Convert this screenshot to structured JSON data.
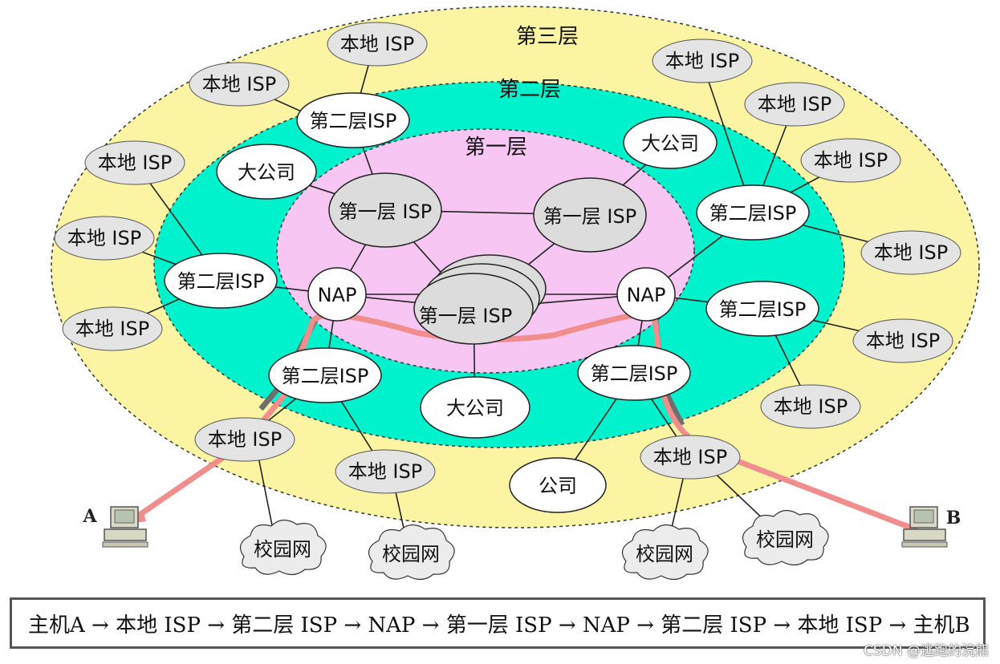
{
  "layers": {
    "tier3": "第三层",
    "tier2": "第二层",
    "tier1": "第一层"
  },
  "nodes": {
    "local_isp": "本地 ISP",
    "tier2_isp": "第二层ISP",
    "tier1_isp": "第一层 ISP",
    "nap": "NAP",
    "big_company": "大公司",
    "company": "公司",
    "campus_net": "校园网"
  },
  "hosts": {
    "a": "A",
    "b": "B"
  },
  "route_text": "主机A → 本地 ISP → 第二层 ISP → NAP → 第一层 ISP → NAP → 第二层 ISP → 本地 ISP → 主机B",
  "watermark": "CSDN @逃跑的浣熊",
  "colors": {
    "outer_ring": "#fbf5a3",
    "middle_ring": "#00f2cc",
    "inner_ring": "#f8c6f3",
    "route": "#f08d8d"
  }
}
